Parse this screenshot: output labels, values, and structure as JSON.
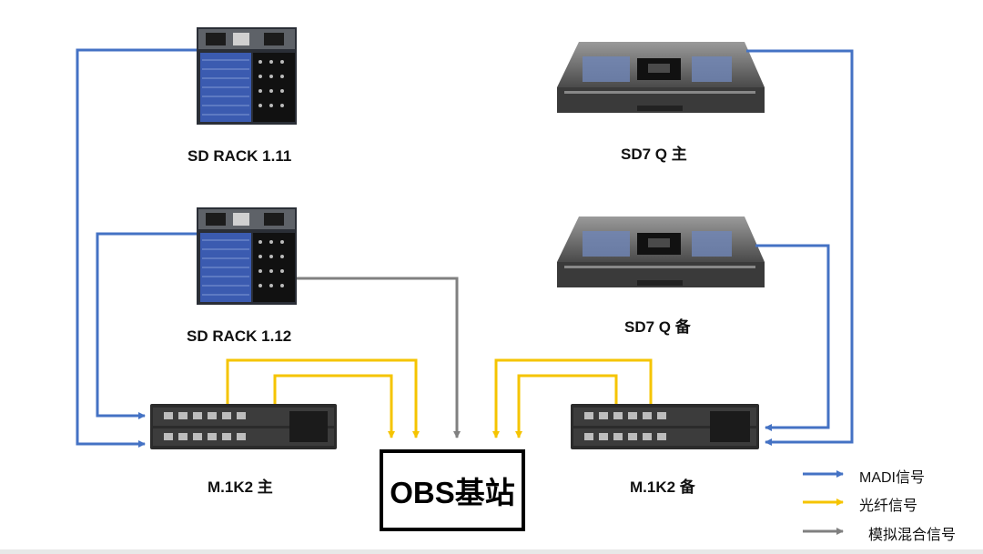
{
  "nodes": {
    "rack_111": "SD RACK 1.11",
    "rack_112": "SD RACK 1.12",
    "sd7_main": "SD7 Q 主",
    "sd7_backup": "SD7 Q 备",
    "m1k2_main": "M.1K2 主",
    "m1k2_backup": "M.1K2 备",
    "obs": "OBS基站"
  },
  "legend": [
    {
      "label": "MADI信号",
      "color": "#4472c4",
      "icon": "arrow-icon"
    },
    {
      "label": "光纤信号",
      "color": "#f5c400",
      "icon": "arrow-icon"
    },
    {
      "label": "模拟混合信号",
      "color": "#808080",
      "icon": "arrow-icon"
    }
  ],
  "colors": {
    "madi": "#4472c4",
    "fiber": "#f5c400",
    "analog": "#808080"
  }
}
